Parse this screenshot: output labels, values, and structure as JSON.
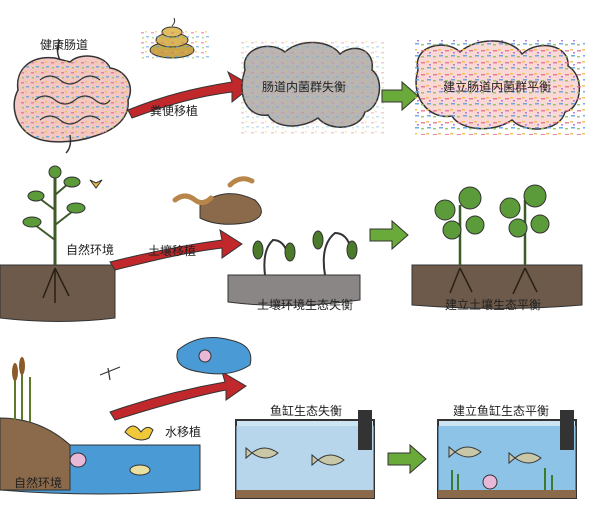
{
  "rows": [
    {
      "source_label": "健康肠道",
      "transfer_label": "粪便移植",
      "imbalance_label": "肠道内菌群失衡",
      "balance_label": "建立肠道内菌群平衡"
    },
    {
      "source_label": "自然环境",
      "transfer_label": "土壤移植",
      "imbalance_label": "土壤环境生态失衡",
      "balance_label": "建立土壤生态平衡"
    },
    {
      "source_label": "自然环境",
      "transfer_label": "水移植",
      "imbalance_label": "鱼缸生态失衡",
      "balance_label": "建立鱼缸生态平衡"
    }
  ],
  "colors": {
    "red_arrow": "#c0282c",
    "green_arrow": "#6aaa3a",
    "gut_pink": "#f3c8c4",
    "cloud_gray": "#b8b5b4",
    "cloud_pink": "#f9d8d6",
    "soil_brown": "#6d5a4a",
    "water_blue": "#4a9ad6",
    "leaf_green": "#5c9b3a"
  }
}
